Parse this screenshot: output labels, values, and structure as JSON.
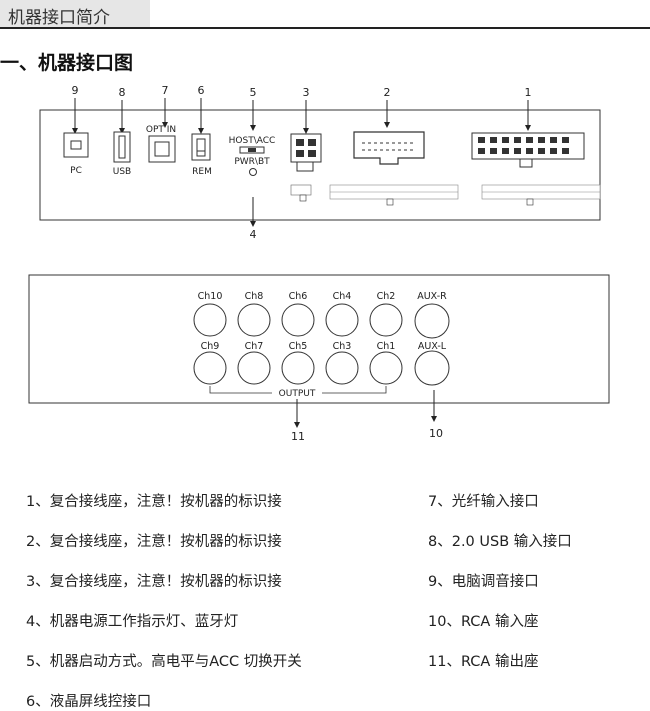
{
  "header": {
    "title": "机器接口简介"
  },
  "section": {
    "title": "一、机器接口图"
  },
  "diagram_top": {
    "callouts": [
      "9",
      "8",
      "7",
      "6",
      "5",
      "3",
      "2",
      "1",
      "4"
    ],
    "labels": {
      "pc": "PC",
      "usb": "USB",
      "optin": "OPT IN",
      "rem": "REM",
      "host_acc": "HOST\\ACC",
      "pwr_bt": "PWR\\BT"
    }
  },
  "diagram_bottom": {
    "channels_top": [
      "Ch10",
      "Ch8",
      "Ch6",
      "Ch4",
      "Ch2",
      "AUX-R"
    ],
    "channels_bottom": [
      "Ch9",
      "Ch7",
      "Ch5",
      "Ch3",
      "Ch1",
      "AUX-L"
    ],
    "output_label": "OUTPUT",
    "callout_output": "11",
    "callout_aux": "10"
  },
  "list_left": [
    "1、复合接线座，注意！按机器的标识接",
    "2、复合接线座，注意！按机器的标识接",
    "3、复合接线座，注意！按机器的标识接",
    "4、机器电源工作指示灯、蓝牙灯",
    "5、机器启动方式。高电平与ACC 切换开关",
    "6、液晶屏线控接口"
  ],
  "list_right": [
    "7、光纤输入接口",
    "8、2.0 USB 输入接口",
    "9、电脑调音接口",
    "10、RCA 输入座",
    "11、RCA 输出座"
  ]
}
